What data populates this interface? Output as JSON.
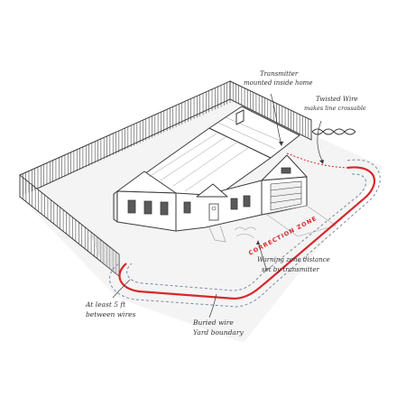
{
  "labels": {
    "transmitter_line1": "Transmitter",
    "transmitter_line2": "mounted inside home",
    "twisted_line1": "Twisted Wire",
    "twisted_line2": "makes line crossable",
    "warning_line1": "Warning zone distance",
    "warning_line2": "set by transmitter",
    "spacing_line1": "At least 5 ft",
    "spacing_line2": "between wires",
    "buried_line1": "Buried wire",
    "buried_line2": "Yard boundary",
    "correction_zone": "CORRECTION ZONE"
  },
  "colors": {
    "correction_wire": "#d6282d",
    "ink": "#3a3a3a",
    "warning_dash": "#7d8aa0"
  }
}
